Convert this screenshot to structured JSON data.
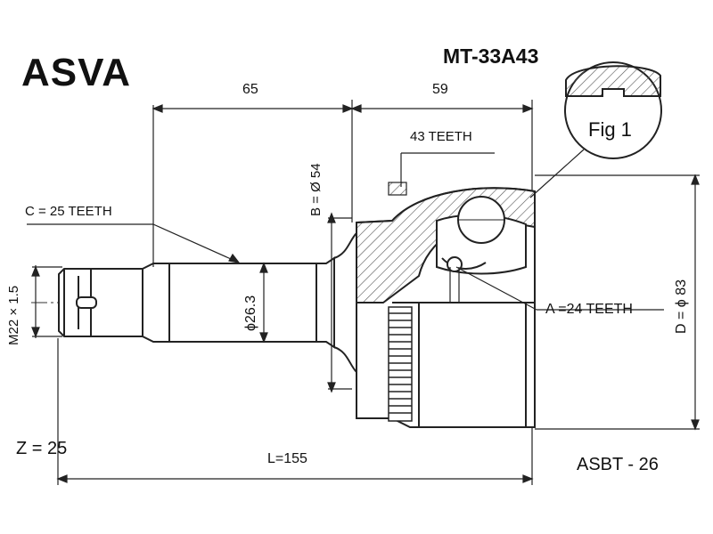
{
  "brand": "ASVA",
  "part_number": "MT-33A43",
  "dimensions": {
    "length_inner": "65",
    "length_outer": "59",
    "outer_teeth": "43 TEETH",
    "b_diameter": "B = Ø 54",
    "c_teeth": "C = 25 TEETH",
    "thread": "M22 × 1.5",
    "shaft_diameter": "ϕ26.3",
    "a_teeth": "A =24 TEETH",
    "d_diameter": "D = ϕ 83",
    "total_length": "L=155"
  },
  "figure_label": "Fig 1",
  "z_value": "Z = 25",
  "abs_code": "ASBT - 26",
  "colors": {
    "line": "#222222",
    "hatch": "#555555",
    "background": "#ffffff"
  }
}
